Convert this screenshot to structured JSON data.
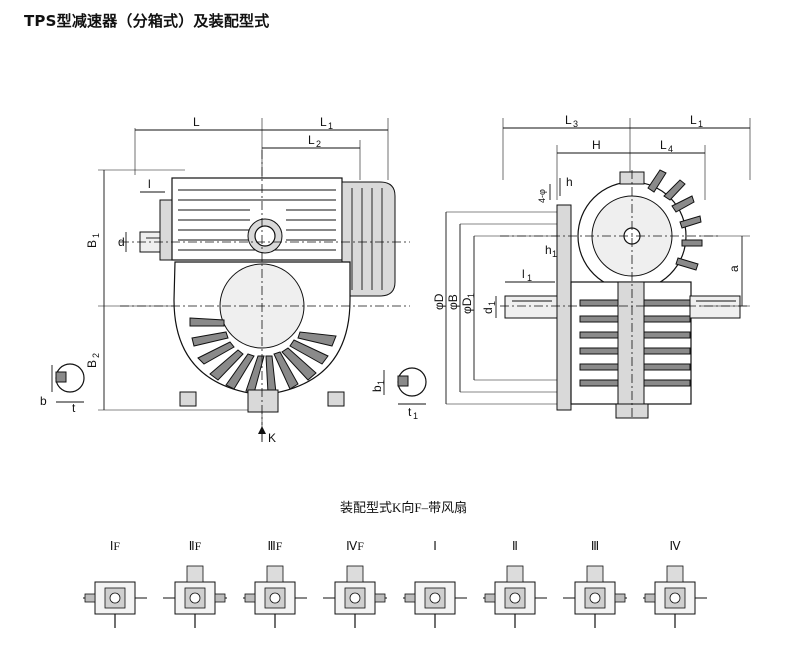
{
  "title": "TPS型减速器（分箱式）及装配型式",
  "front_view": {
    "dims": {
      "L": "L",
      "L1": "L",
      "L1_sub": "1",
      "L2": "L",
      "L2_sub": "2",
      "l": "l",
      "d": "d",
      "B1": "B",
      "B1_sub": "1",
      "B2": "B",
      "B2_sub": "2",
      "b": "b",
      "t": "t",
      "K": "K"
    }
  },
  "side_view": {
    "dims": {
      "L3": "L",
      "L3_sub": "3",
      "L1": "L",
      "L1_sub": "1",
      "H": "H",
      "L4": "L",
      "L4_sub": "4",
      "holes": "4-φ",
      "h": "h",
      "h1": "h",
      "h1_sub": "1",
      "l1": "l",
      "l1_sub": "1",
      "a": "a",
      "phiD": "φD",
      "phiB": "φB",
      "phiD1": "φD",
      "phiD1_sub": "1",
      "d1": "d",
      "d1_sub": "1",
      "b1": "b",
      "b1_sub": "1",
      "t1": "t",
      "t1_sub": "1"
    }
  },
  "assembly": {
    "title": "装配型式K向F–带风扇",
    "labels": [
      "ⅠF",
      "ⅡF",
      "ⅢF",
      "ⅣF",
      "Ⅰ",
      "Ⅱ",
      "Ⅲ",
      "Ⅳ"
    ]
  }
}
